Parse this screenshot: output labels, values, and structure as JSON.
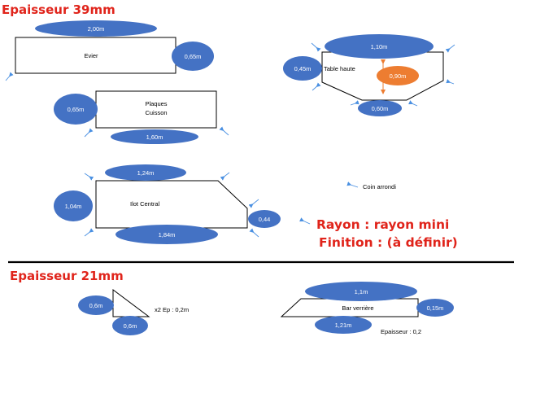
{
  "sections": {
    "thick39": "Epaisseur 39mm",
    "thick21": "Epaisseur 21mm"
  },
  "pieces": {
    "evier": {
      "label": "Evier",
      "length": "2,00m",
      "depth": "0,65m"
    },
    "plaques": {
      "label_line1": "Plaques",
      "label_line2": "Cuisson",
      "depth": "0,65m",
      "length": "1,60m"
    },
    "table_haute": {
      "label": "Table haute",
      "top": "1,10m",
      "side": "0,45m",
      "middle": "0,90m",
      "bottom": "0,60m"
    },
    "ilot": {
      "label": "Ilot Central",
      "top": "1,24m",
      "side": "1,04m",
      "bottom": "1,84m",
      "cut": "0,44"
    },
    "triangle": {
      "height": "0,6m",
      "base": "0,6m",
      "note": "x2 Ep : 0,2m"
    },
    "bar": {
      "label": "Bar verrière",
      "top": "1,1m",
      "side": "0,15m",
      "bottom": "1,21m",
      "note": "Epaisseur : 0,2"
    }
  },
  "legend": {
    "corner": "Coin arrondi"
  },
  "notes": {
    "rayon": "Rayon : rayon mini",
    "finition": "Finition : (à définir)"
  },
  "colors": {
    "heading": "#e0241b",
    "ellipse": "#4472c4",
    "highlight": "#ed7d31",
    "arrow": "#4a90e2"
  }
}
